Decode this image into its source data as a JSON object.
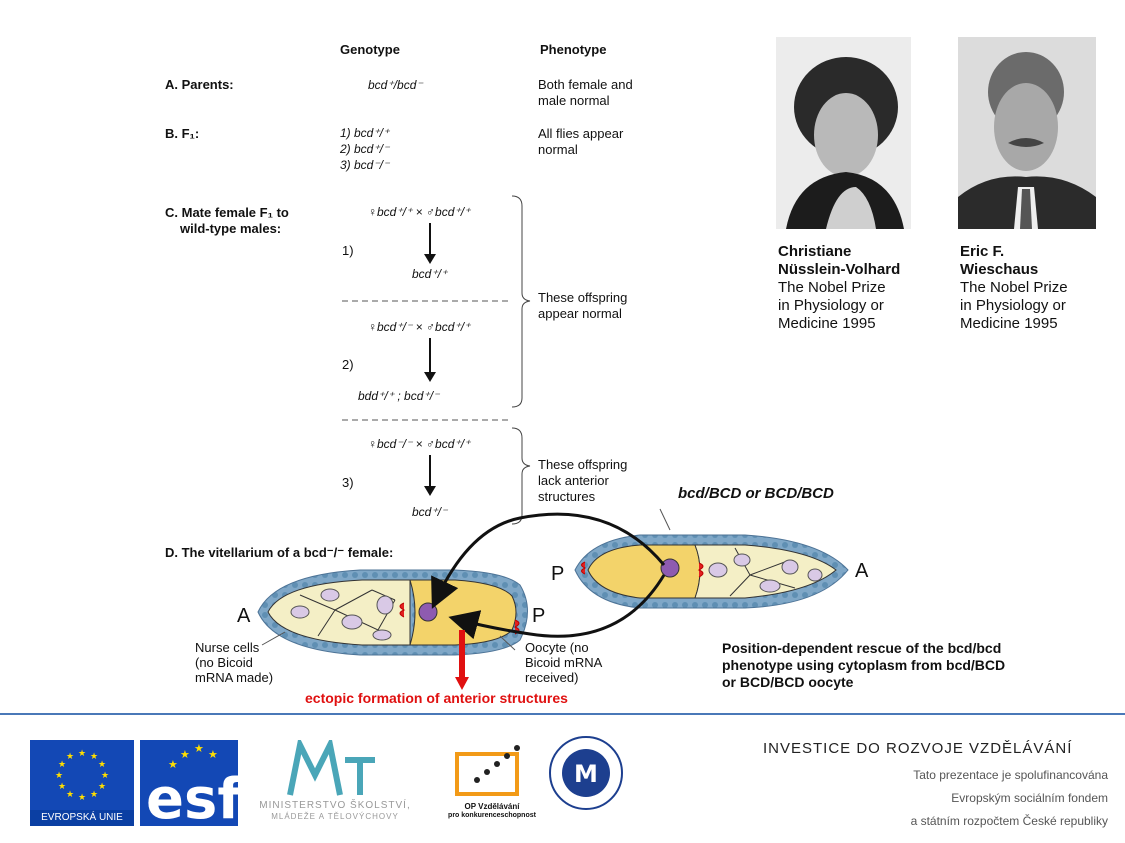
{
  "table": {
    "genotype_header": "Genotype",
    "phenotype_header": "Phenotype",
    "parents_label": "A. Parents:",
    "parents_genotype": "bcd⁺/bcd⁻",
    "parents_phenotype_1": "Both female and",
    "parents_phenotype_2": "male normal",
    "f1_label": "B. F₁:",
    "f1_items": [
      "1)  bcd⁺/⁺",
      "2)  bcd⁺/⁻",
      "3)  bcd⁻/⁻"
    ],
    "f1_phenotype_1": "All flies appear",
    "f1_phenotype_2": "normal",
    "mate_label_1": "C. Mate female F₁ to",
    "mate_label_2": "wild-type males:",
    "cross1_num": "1)",
    "cross1_parents": "♀bcd⁺/⁺ × ♂bcd⁺/⁺",
    "cross1_result": "bcd⁺/⁺",
    "cross2_num": "2)",
    "cross2_parents": "♀bcd⁺/⁻ × ♂bcd⁺/⁺",
    "cross2_result": "bdd⁺/⁺ ; bcd⁺/⁻",
    "cross3_num": "3)",
    "cross3_parents": "♀bcd⁻/⁻ × ♂bcd⁺/⁺",
    "cross3_result": "bcd⁺/⁻",
    "normal_text_1": "These offspring",
    "normal_text_2": "appear normal",
    "lack_text_1": "These offspring",
    "lack_text_2": "lack anterior",
    "lack_text_3": "structures"
  },
  "photos": {
    "left_name_1": "Christiane",
    "left_name_2": "Nüsslein-Volhard",
    "left_line_1": "The Nobel Prize",
    "left_line_2": "in Physiology or",
    "left_line_3": "Medicine 1995",
    "right_name_1": "Eric F.",
    "right_name_2": "Wieschaus",
    "right_line_1": "The Nobel Prize",
    "right_line_2": "in Physiology or",
    "right_line_3": "Medicine 1995"
  },
  "diagram": {
    "section_d": "D. The vitellarium of a bcd⁻/⁻ female:",
    "rescue": "rescue",
    "donor_label": "bcd/BCD or BCD/BCD",
    "left_A": "A",
    "left_P": "P",
    "right_P": "P",
    "right_A": "A",
    "nurse_1": "Nurse cells",
    "nurse_2": "(no Bicoid",
    "nurse_3": "mRNA made)",
    "oocyte_1": "Oocyte (no",
    "oocyte_2": "Bicoid mRNA",
    "oocyte_3": "received)",
    "ectopic": "ectopic formation of anterior structures",
    "position_1": "Position-dependent rescue of the bcd/bcd",
    "position_2": "phenotype using cytoplasm from bcd/BCD",
    "position_3": "or BCD/BCD oocyte"
  },
  "footer": {
    "eu_label": "EVROPSKÁ UNIE",
    "msmt_1": "MINISTERSTVO ŠKOLSTVÍ,",
    "msmt_2": "MLÁDEŽE A TĚLOVÝCHOVY",
    "op_1": "OP Vzdělávání",
    "op_2": "pro konkurenceschopnost",
    "investice": "INVESTICE DO ROZVOJE VZDĚLÁVÁNÍ",
    "funding_1": "Tato prezentace je spolufinancována",
    "funding_2": "Evropským sociálním fondem",
    "funding_3": "a státním rozpočtem České republiky"
  },
  "colors": {
    "rescue": "#1a9a3a",
    "ectopic": "#e01010",
    "oocyte": "#f3d36a",
    "nurse": "#f4efc6",
    "nurse_nucleus": "#d9c9e6",
    "bicoid": "#8e5bb0",
    "follicle": "#7fa7c7",
    "footer_line": "#4a78b8"
  }
}
